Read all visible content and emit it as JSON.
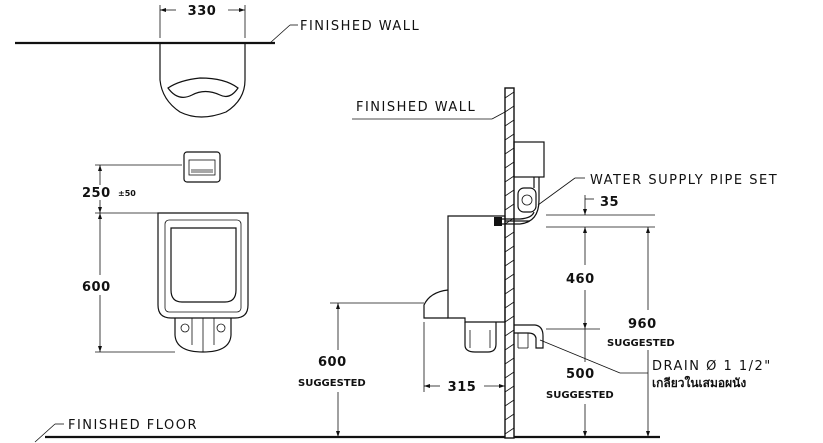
{
  "labels": {
    "finished_wall_top": "FINISHED WALL",
    "finished_wall_side": "FINISHED WALL",
    "finished_floor": "FINISHED FLOOR",
    "water_supply": "WATER SUPPLY PIPE SET",
    "drain": "DRAIN Ø 1 1/2\"",
    "drain_thai": "เกลียวในเสมอผนัง"
  },
  "dimensions": {
    "top_width": "330",
    "height_250": "250",
    "tol_50": "±50",
    "height_600_front": "600",
    "height_600_side": "600",
    "suggested_600": "SUGGESTED",
    "depth_315": "315",
    "dim_35": "35",
    "dim_460": "460",
    "dim_960": "960",
    "suggested_960": "SUGGESTED",
    "dim_500": "500",
    "suggested_500": "SUGGESTED"
  }
}
